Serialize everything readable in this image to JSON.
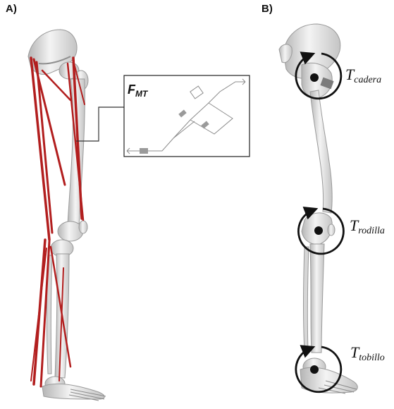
{
  "panels": {
    "a": {
      "label": "A)"
    },
    "b": {
      "label": "B)"
    }
  },
  "inset": {
    "symbol": "F",
    "subscript": "MT"
  },
  "torques": {
    "hip": {
      "symbol": "T",
      "subscript": "cadera"
    },
    "knee": {
      "symbol": "T",
      "subscript": "rodilla"
    },
    "ankle": {
      "symbol": "T",
      "subscript": "tobillo"
    }
  },
  "colors": {
    "muscle": "#b21e1e",
    "bone": "#eaeaea",
    "bone_shade": "#a9a9a9",
    "joint": "#111111",
    "arrow": "#111111"
  }
}
